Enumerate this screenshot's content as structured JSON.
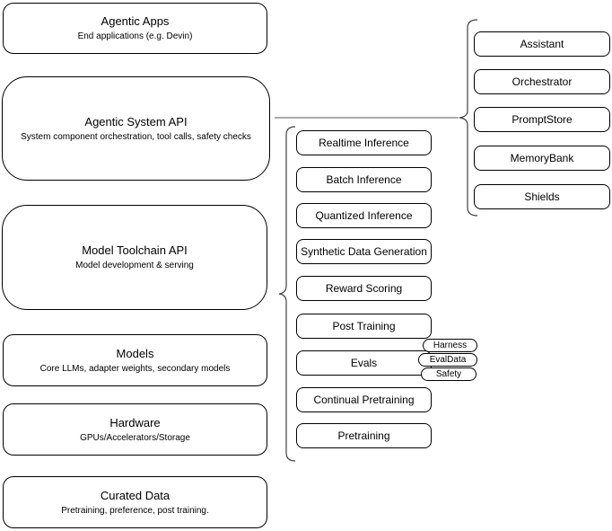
{
  "left_stack": [
    {
      "title": "Agentic Apps",
      "subtitle": "End applications (e.g. Devin)"
    },
    {
      "title": "Agentic System API",
      "subtitle": "System component orchestration, tool calls, safety checks"
    },
    {
      "title": "Model Toolchain API",
      "subtitle": "Model development & serving"
    },
    {
      "title": "Models",
      "subtitle": "Core LLMs, adapter weights, secondary models"
    },
    {
      "title": "Hardware",
      "subtitle": "GPUs/Accelerators/Storage"
    },
    {
      "title": "Curated Data",
      "subtitle": "Pretraining, preference, post training."
    }
  ],
  "toolchain": {
    "items": [
      "Realtime Inference",
      "Batch Inference",
      "Quantized Inference",
      "Synthetic Data Generation",
      "Reward Scoring",
      "Post Training",
      "Evals",
      "Continual Pretraining",
      "Pretraining"
    ]
  },
  "evals_tags": [
    "Harness",
    "EvalData",
    "Safety"
  ],
  "components": {
    "items": [
      "Assistant",
      "Orchestrator",
      "PromptStore",
      "MemoryBank",
      "Shields"
    ]
  },
  "colors": {
    "background": "#ffffff",
    "node_border": "#000000",
    "connector": "#7a7a7a",
    "brace": "#404040"
  }
}
